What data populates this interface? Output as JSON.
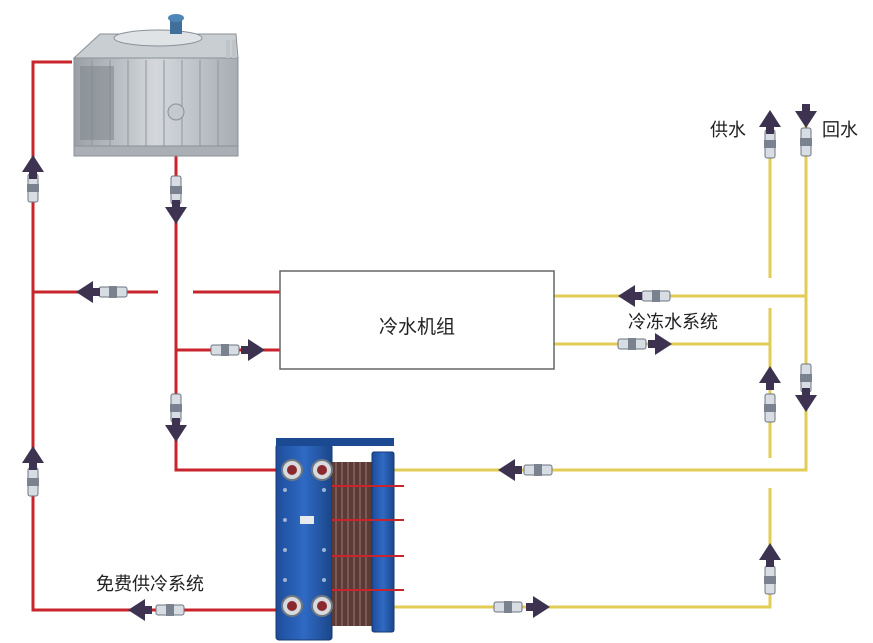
{
  "labels": {
    "chiller": "冷水机组",
    "chilled_water_system": "冷冻水系统",
    "free_cooling_system": "免费供冷系统",
    "supply_water": "供水",
    "return_water": "回水"
  },
  "colors": {
    "cooling_water_pipe": "#c8242b",
    "chilled_water_pipe": "#e3cc55",
    "flow_arrow": "#3d3350",
    "heat_exchanger": "#2356a8",
    "cooling_tower": "#b9bec4",
    "chiller_border": "#666666"
  },
  "icons": {
    "cooling_tower": "cooling-tower-icon",
    "heat_exchanger": "plate-heat-exchanger-icon",
    "valve": "valve-icon",
    "arrow": "flow-arrow-icon"
  }
}
